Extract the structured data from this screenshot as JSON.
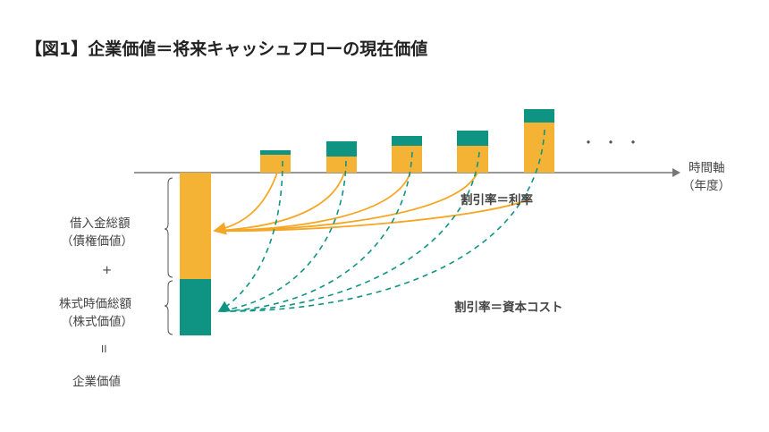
{
  "title": "【図1】企業価値＝将来キャッシュフローの現在価値",
  "axis_label": {
    "line1": "時間軸",
    "line2": "（年度）"
  },
  "ellipsis": "・・・",
  "left_labels": {
    "debt_line1": "借入金総額",
    "debt_line2": "（債権価値）",
    "plus": "+",
    "equity_line1": "株式時価総額",
    "equity_line2": "（株式価値）",
    "equals": "II",
    "enterprise": "企業価値"
  },
  "annotations": {
    "debt_rate": "割引率＝利率",
    "equity_rate": "割引率＝資本コスト"
  },
  "colors": {
    "debt": "#F5B335",
    "equity": "#0F9484",
    "axis": "#777777"
  }
}
